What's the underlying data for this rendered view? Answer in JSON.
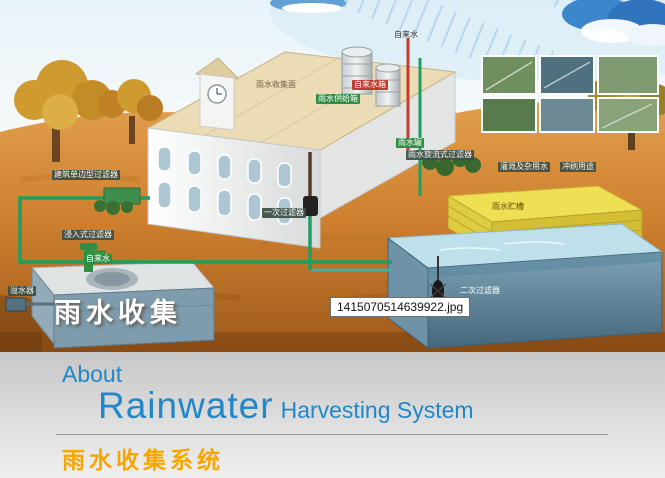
{
  "illustration": {
    "watermark": "1415070514639922.jpg",
    "overlay_title": "雨水收集",
    "labels": {
      "collection_surface": "雨水收集面",
      "supply_tank": "雨水供给箱",
      "tap_water_tank": "自来水箱",
      "tap_water_top": "自来水",
      "rain_barrel": "雨水罐",
      "flow_filter": "雨水旋流式过滤器",
      "irrigation": "灌溉及杂用水",
      "flushing": "冲刷用途",
      "storage_tank": "雨水贮槽",
      "second_filter": "二次过滤器",
      "first_filter": "一次过滤器",
      "building_filter": "建筑单边型过滤器",
      "immersion_filter": "浸入式过滤器",
      "tap_water_left": "自来水",
      "overflow": "溢水器"
    }
  },
  "caption": {
    "about": "About",
    "title_en": "Rainwater",
    "subtitle_en": "Harvesting System",
    "title_zh": "雨水收集系统"
  }
}
